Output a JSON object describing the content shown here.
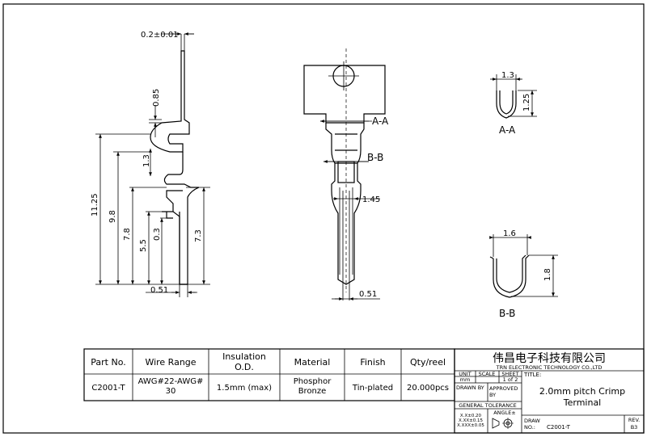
{
  "dimensions": {
    "thickness": "0.2±0.01",
    "d_085": "0.85",
    "d_13_side": "1.3",
    "d_1125": "11.25",
    "d_98": "9.8",
    "d_78": "7.8",
    "d_55": "5.5",
    "d_03": "0.3",
    "d_73": "7.3",
    "d_051_side": "0.51",
    "d_145": "1.45",
    "d_051_front": "0.51",
    "d_13_section": "1.3",
    "d_125": "1.25",
    "d_16": "1.6",
    "d_18": "1.8"
  },
  "section_labels": {
    "aa_callout": "A-A",
    "bb_callout": "B-B",
    "aa_title": "A-A",
    "bb_title": "B-B"
  },
  "spec_table": {
    "headers": [
      "Part No.",
      "Wire Range",
      "Insulation O.D.",
      "Material",
      "Finish",
      "Qty/reel"
    ],
    "row": [
      "C2001-T",
      "AWG#22-AWG#30",
      "1.5mm (max)",
      "Phosphor Bronze",
      "Tin-plated",
      "20.000pcs"
    ]
  },
  "title_block": {
    "company_cn": "伟昌电子科技有限公司",
    "company_en": "TRN ELECTRONIC TECHNOLOGY CO.,LTD",
    "unit_label": "UNIT",
    "scale_label": "SCALE",
    "sheet_label": "SHEET",
    "unit_value": "mm",
    "sheet_value": "1 of 2",
    "drawn_by": "DRAWN BY",
    "approved_by": "APPROVED BY",
    "general_tolerance": "GENERAL TOLERANCE",
    "tol_1": "X.X±0.20",
    "tol_2": "X.XX±0.15",
    "tol_3": "X.XXX±0.05",
    "angle": "ANGLE±",
    "title_label": "TITLE:",
    "title_line1": "2.0mm pitch Crimp",
    "title_line2": "Terminal",
    "draw_no_label": "DRAW NO.:",
    "draw_no": "C2001-T",
    "rev_label": "REV.",
    "rev_value": "B3"
  }
}
